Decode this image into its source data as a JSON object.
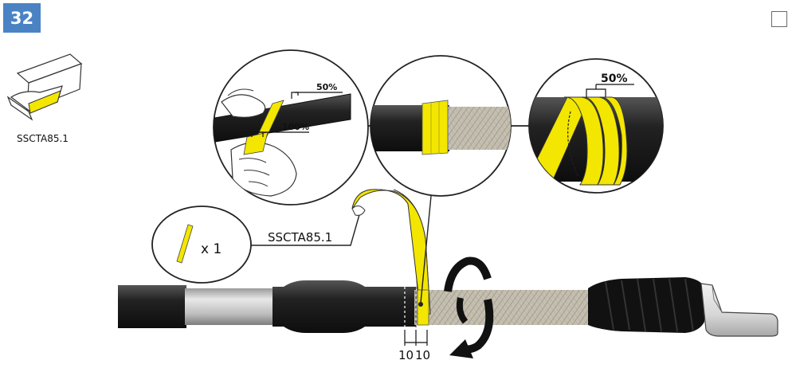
{
  "step": {
    "number": "32"
  },
  "kit_item": {
    "label": "SSCTA85.1"
  },
  "callout": {
    "label": "SSCTA85.1"
  },
  "quantity": {
    "text": "x 1"
  },
  "detail_left": {
    "overlap_label": "50%",
    "full_label": "100%"
  },
  "detail_right": {
    "overlap_label": "50%"
  },
  "dimensions": {
    "first": "10",
    "second": "10"
  },
  "colors": {
    "tape": "#f3e600",
    "badge": "#4a83c4",
    "cable_black": "#1e1e1e",
    "braid": "#b8b2a2"
  }
}
